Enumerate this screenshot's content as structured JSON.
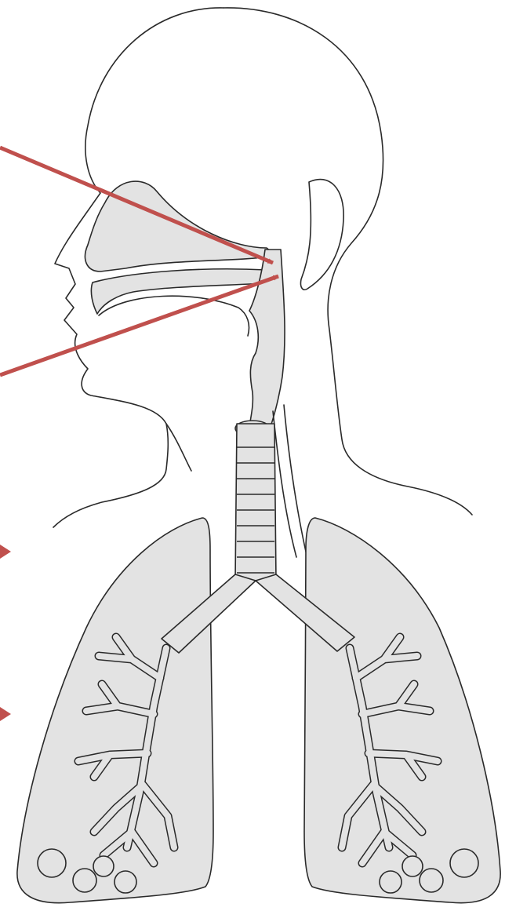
{
  "diagram": {
    "colors": {
      "line": "#2a2a2a",
      "shading": "#e3e3e3",
      "background": "#ffffff",
      "arrow": "#c0504d"
    },
    "pointers": [
      {
        "id": "pointer-nasal-cavity",
        "target": "nasal cavity"
      },
      {
        "id": "pointer-pharynx",
        "target": "pharynx"
      },
      {
        "id": "pointer-right-lung",
        "target": "lung"
      },
      {
        "id": "pointer-bronchioles",
        "target": "bronchioles"
      }
    ]
  }
}
